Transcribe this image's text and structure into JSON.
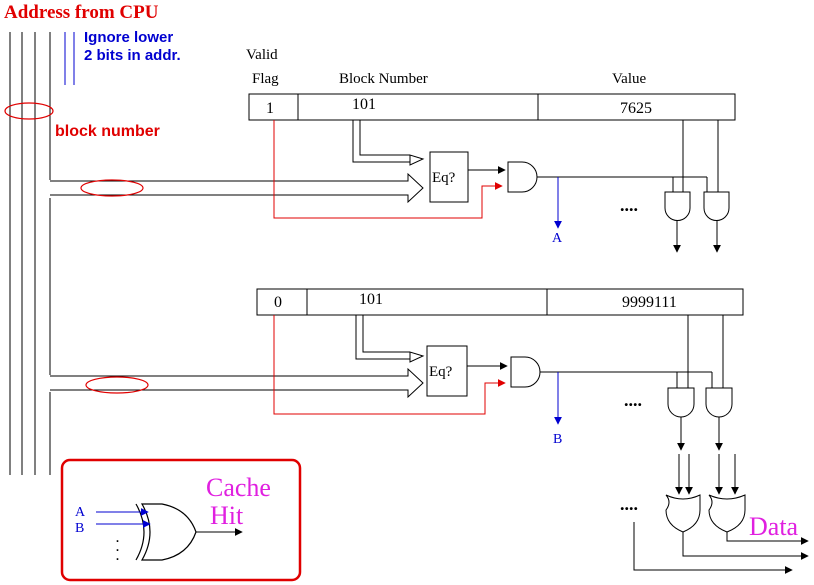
{
  "title": "Address from CPU",
  "ignore_note": [
    "Ignore lower",
    "2 bits in addr."
  ],
  "block_number_label": "block number",
  "headers": {
    "valid_flag": [
      "Valid",
      "Flag"
    ],
    "block_number": "Block Number",
    "value": "Value"
  },
  "cache_lines": [
    {
      "valid": "1",
      "block": "101",
      "value": "7625",
      "comparator": "Eq?",
      "hit_signal": "A"
    },
    {
      "valid": "0",
      "block": "101",
      "value": "9999111",
      "comparator": "Eq?",
      "hit_signal": "B"
    }
  ],
  "ellipsis": "....",
  "legend": {
    "inputs": [
      "A",
      "B"
    ],
    "title": [
      "Cache",
      "Hit"
    ]
  },
  "output_label": "Data",
  "colors": {
    "red": "#e00000",
    "blue": "#0000d0",
    "magenta": "#e020e0",
    "black": "#000000"
  }
}
